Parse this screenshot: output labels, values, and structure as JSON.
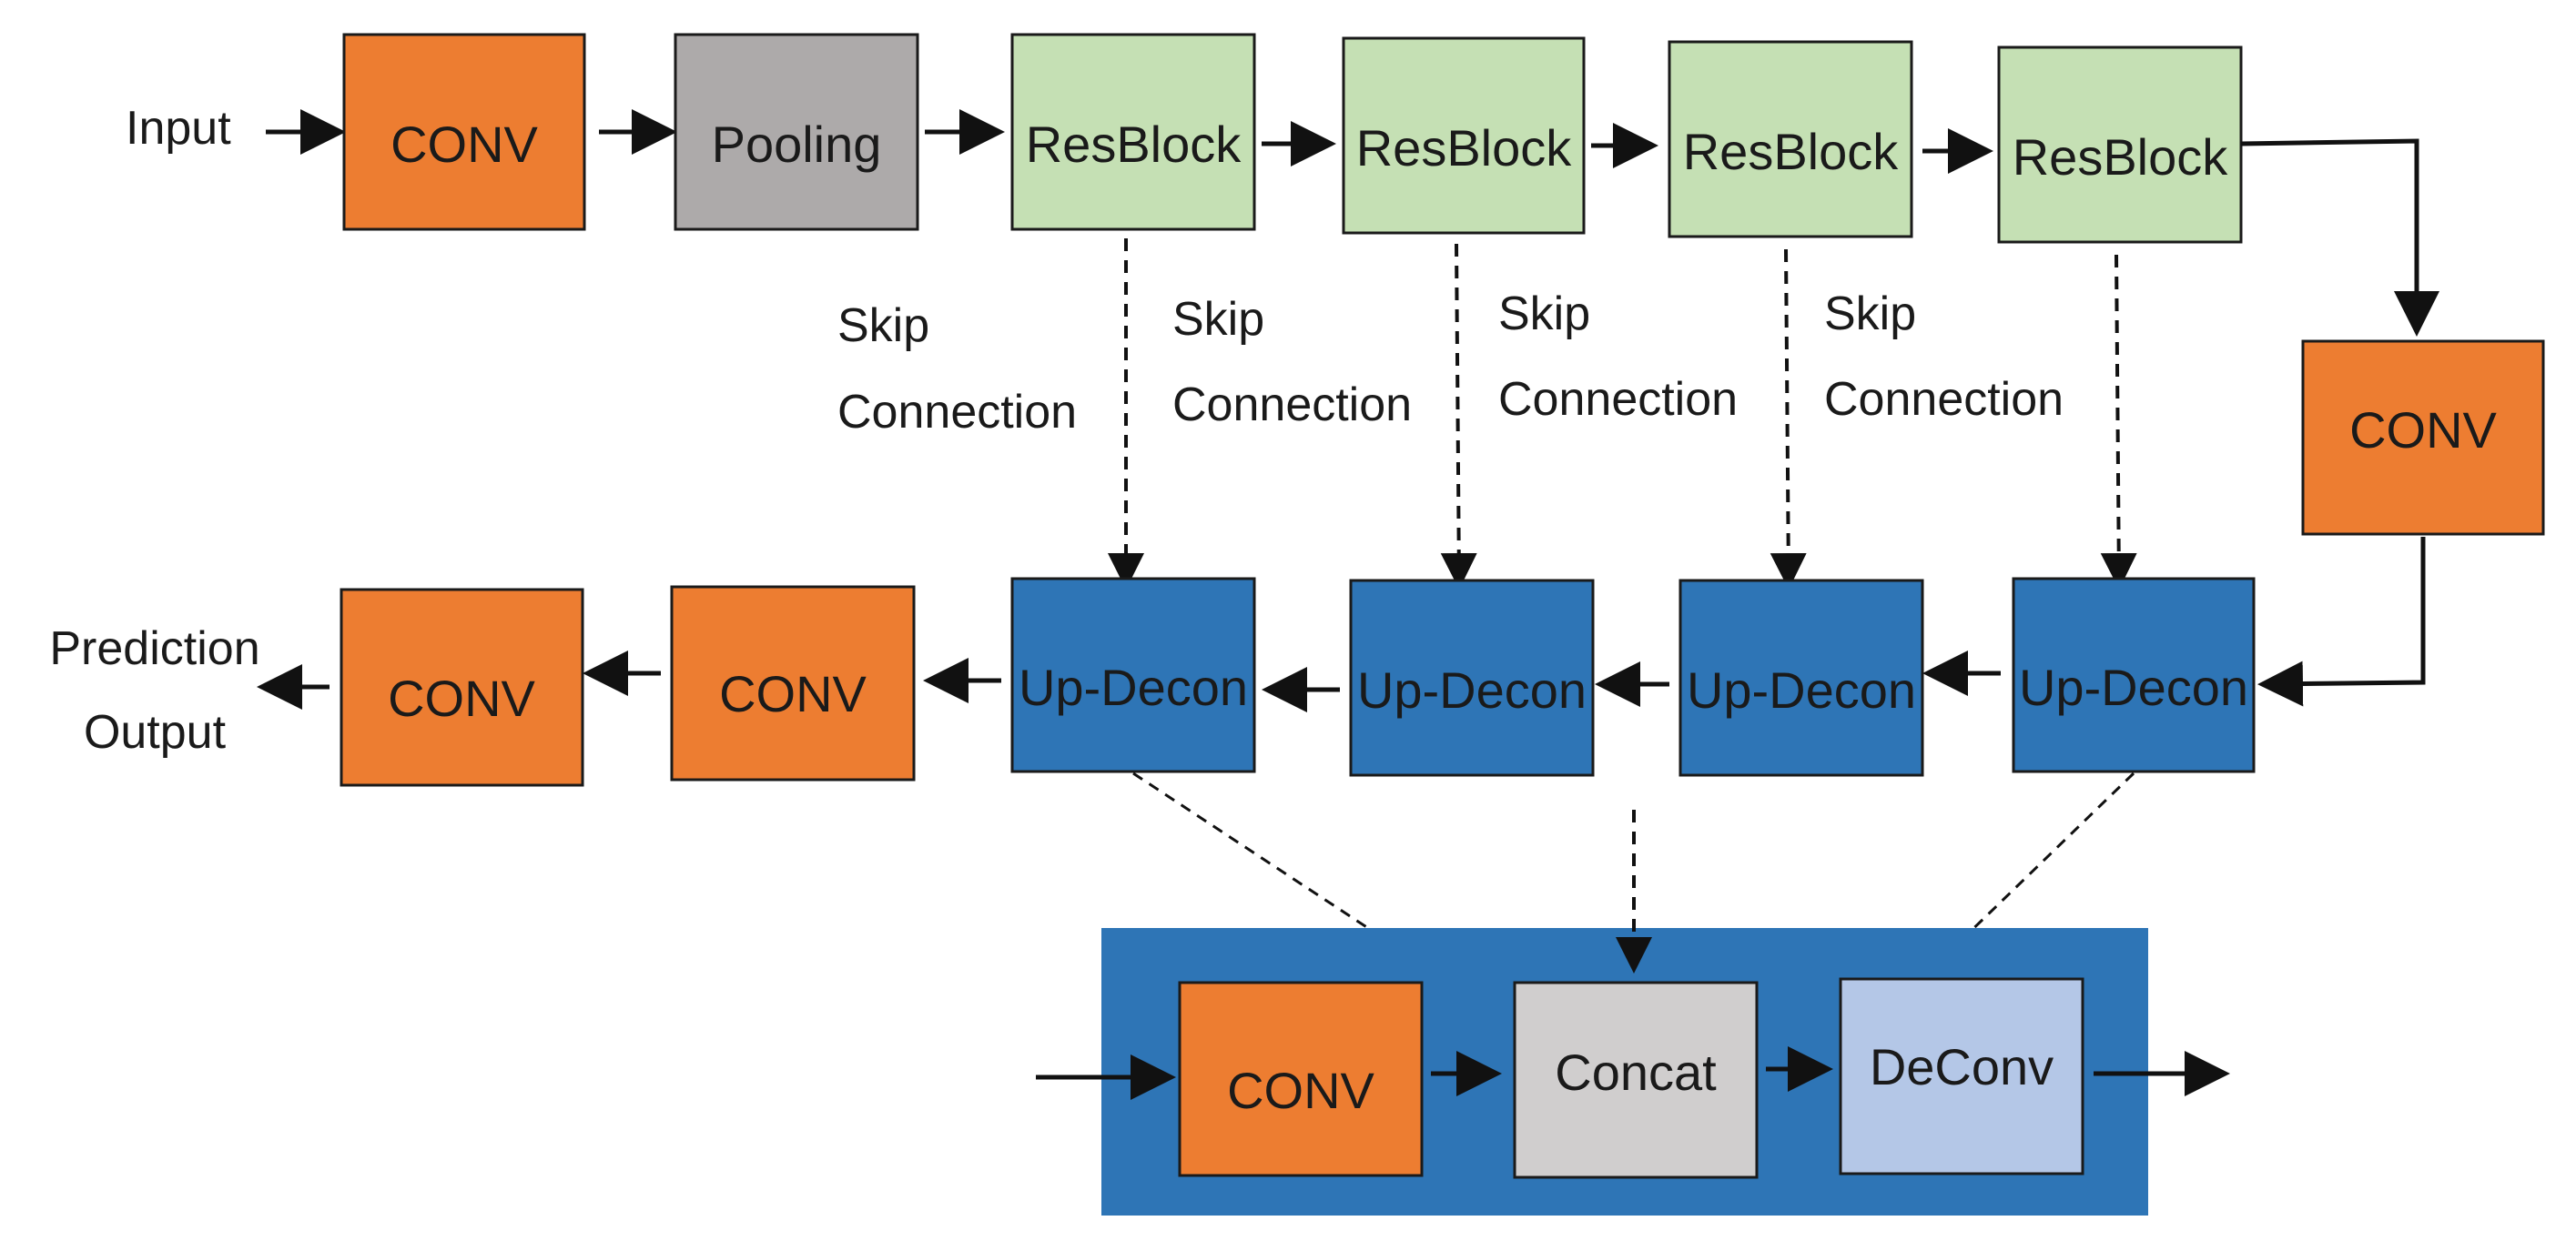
{
  "colors": {
    "conv": "#ED7D31",
    "pooling": "#ADAAAA",
    "resblock": "#C5E0B4",
    "updecon": "#2E75B6",
    "module_bg": "#2E75B6",
    "concat": "#D0CECE",
    "deconv": "#B4C7E7"
  },
  "labels": {
    "input": "Input",
    "prediction_line1": "Prediction",
    "prediction_line2": "Output",
    "skip_line1": "Skip",
    "skip_line2": "Connection"
  },
  "encoder": {
    "conv": "CONV",
    "pooling": "Pooling",
    "resblocks": [
      "ResBlock",
      "ResBlock",
      "ResBlock",
      "ResBlock"
    ]
  },
  "bridge": {
    "conv": "CONV"
  },
  "decoder": {
    "updecon": [
      "Up-Decon",
      "Up-Decon",
      "Up-Decon",
      "Up-Decon"
    ],
    "conv_a": "CONV",
    "conv_b": "CONV"
  },
  "module": {
    "conv": "CONV",
    "concat": "Concat",
    "deconv": "DeConv"
  }
}
